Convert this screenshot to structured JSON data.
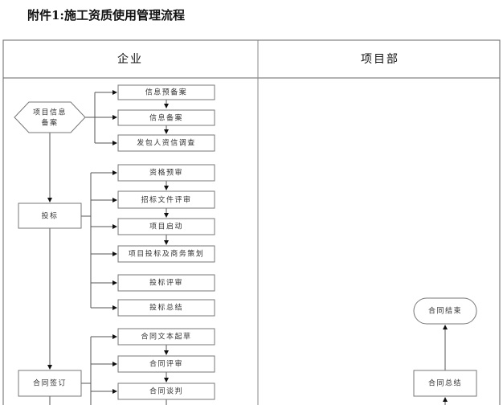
{
  "title": "附件1:施工资质使用管理流程",
  "lanes": {
    "left": "企业",
    "right": "项目部"
  },
  "nodes": {
    "project_info_filing": [
      "项目信息",
      "备案"
    ],
    "info_pre_filing": "信息预备案",
    "info_filing": "信息备案",
    "client_credit_check": "发包人资信调查",
    "bidding": "投标",
    "prequalification": "资格预审",
    "tender_doc_review": "招标文件评审",
    "project_kickoff": "项目启动",
    "bid_business_planning": "项目投标及商务策划",
    "bid_review": "投标评审",
    "bid_summary": "投标总结",
    "contract_signing": "合同签订",
    "contract_drafting": "合同文本起草",
    "contract_review": "合同评审",
    "contract_negotiation": "合同谈判",
    "contract_end": "合同结束",
    "contract_summary": "合同总结"
  }
}
